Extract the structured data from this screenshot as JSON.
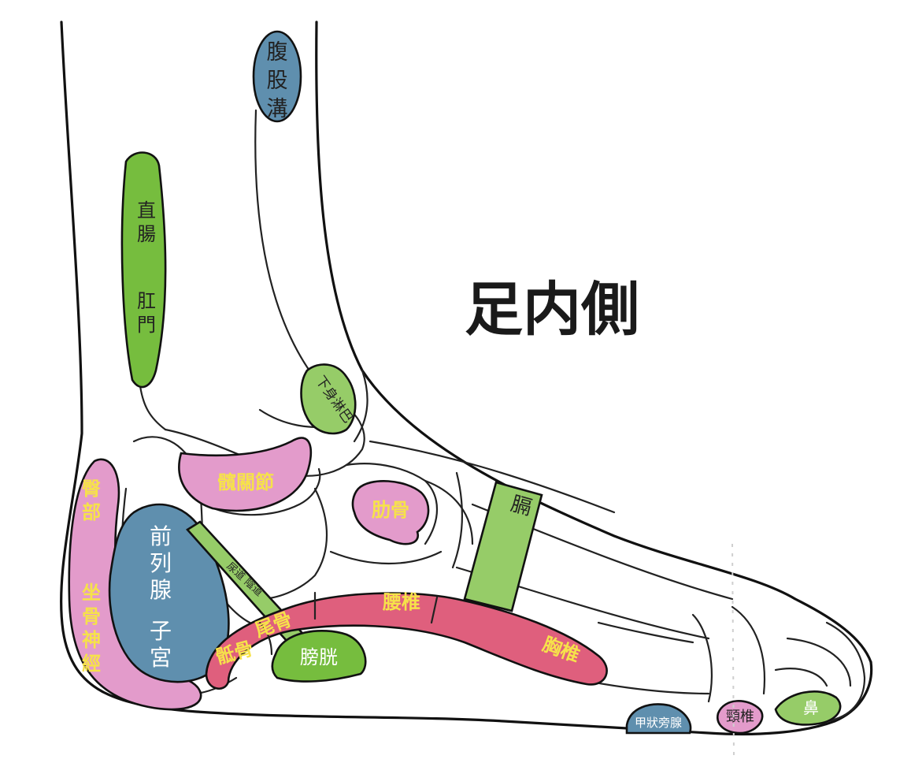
{
  "title": "足内側",
  "colors": {
    "green": "#76bd3e",
    "pink": "#e39bcb",
    "blue": "#5f8fae",
    "red": "#df5f7d",
    "outline": "#111111",
    "label_yellow": "#f6e24a"
  },
  "zones": {
    "groin": "腹股溝",
    "rectum": "直腸",
    "anus": "肛門",
    "lymph": "下身淋巴",
    "hip_joint": "髖關節",
    "rib": "肋骨",
    "diaphragm": "膈",
    "buttock": "臀部",
    "sciatic": "坐骨神經",
    "prostate": "前列腺",
    "uterus": "子宮",
    "urethra": "尿道 陰道",
    "sacrum": "骶骨",
    "coccyx": "尾骨",
    "bladder": "膀胱",
    "lumbar": "腰椎",
    "thoracic": "胸椎",
    "parathyroid": "甲狀旁腺",
    "cervical": "頸椎",
    "nose": "鼻"
  }
}
